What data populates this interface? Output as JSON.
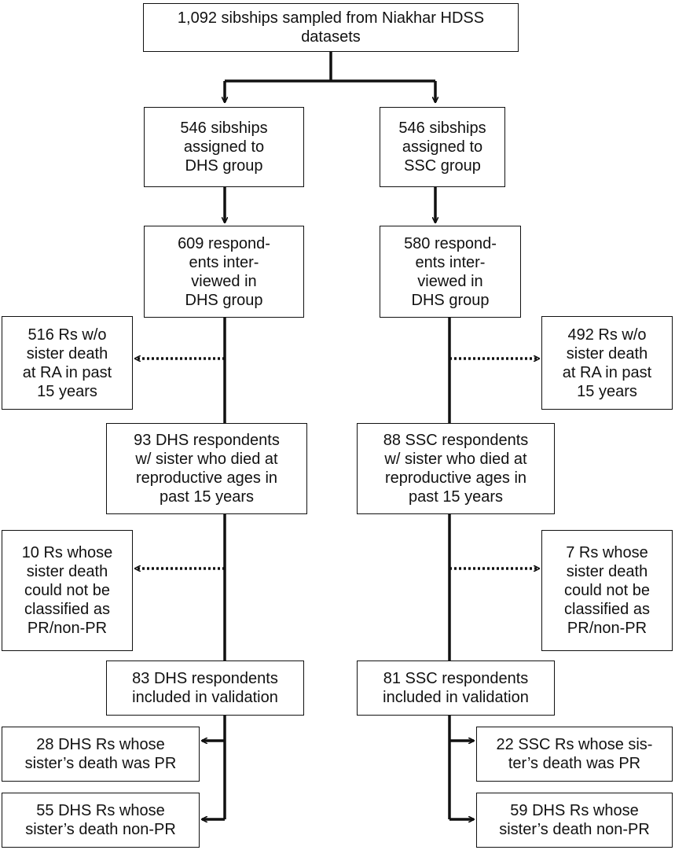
{
  "top": "1,092 sibships sampled from Niakhar HDSS\ndatasets",
  "left": {
    "assigned": "546 sibships\nassigned to\nDHS group",
    "interviewed": "609 respond-\nents inter-\nviewed in\nDHS group",
    "excluded_no_death": "516 Rs w/o\nsister death\nat RA in past\n15 years",
    "with_death": "93 DHS respondents\nw/ sister who died at\nreproductive ages in\npast 15 years",
    "unclassified": "10 Rs whose\nsister death\ncould not be\nclassified as\nPR/non-PR",
    "included": "83 DHS respondents\nincluded in validation",
    "pr": "28 DHS Rs whose\nsister’s death was PR",
    "non_pr": "55 DHS Rs whose\nsister’s death non-PR"
  },
  "right": {
    "assigned": "546 sibships\nassigned to\nSSC group",
    "interviewed": "580 respond-\nents inter-\nviewed in\nDHS group",
    "excluded_no_death": "492 Rs w/o\nsister death\nat RA in past\n15 years",
    "with_death": "88 SSC respondents\nw/ sister who died at\nreproductive ages in\npast 15 years",
    "unclassified": "7 Rs whose\nsister death\ncould not be\nclassified as\nPR/non-PR",
    "included": "81 SSC respondents\nincluded in validation",
    "pr": "22 SSC Rs whose sis-\nter’s death was PR",
    "non_pr": "59 DHS Rs whose\nsister’s death non-PR"
  }
}
